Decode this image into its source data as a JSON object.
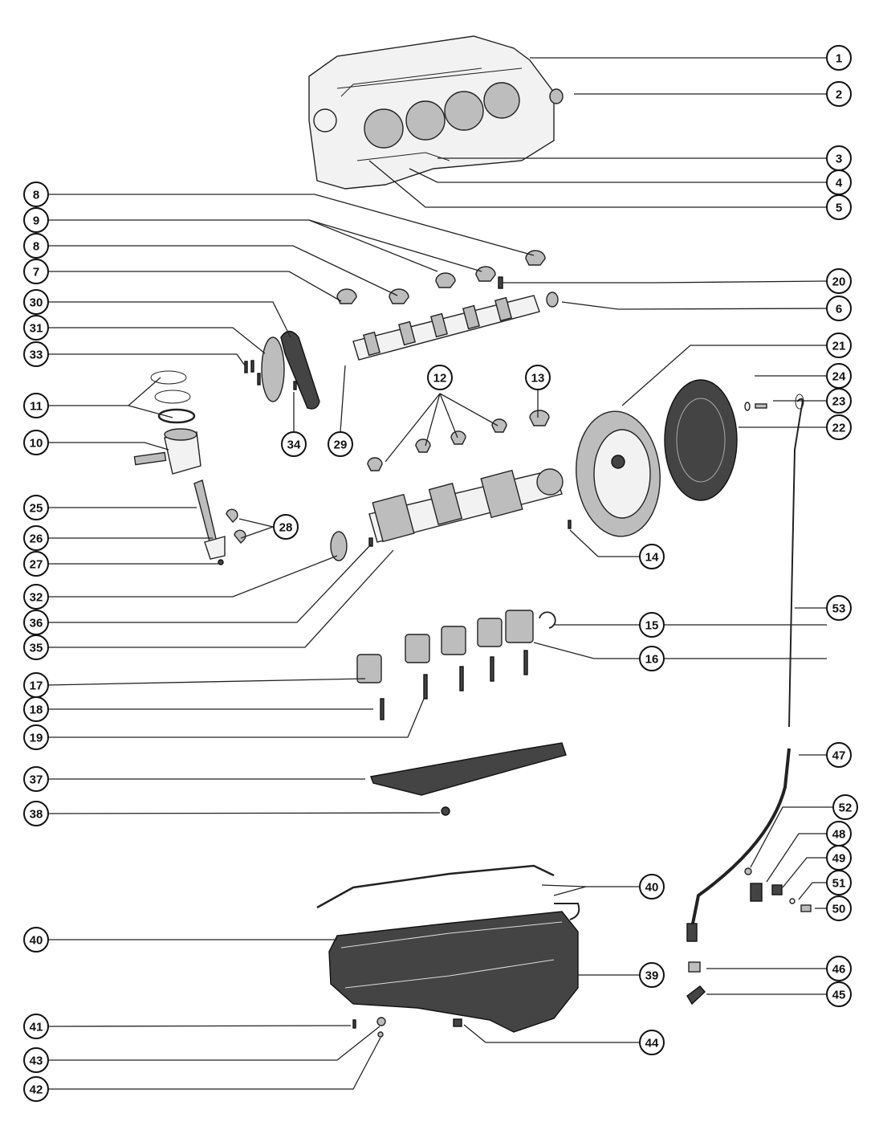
{
  "callouts": [
    {
      "id": "c1",
      "label": "1"
    },
    {
      "id": "c2",
      "label": "2"
    },
    {
      "id": "c3",
      "label": "3"
    },
    {
      "id": "c4",
      "label": "4"
    },
    {
      "id": "c5",
      "label": "5"
    },
    {
      "id": "c8a",
      "label": "8"
    },
    {
      "id": "c9",
      "label": "9"
    },
    {
      "id": "c8b",
      "label": "8"
    },
    {
      "id": "c7",
      "label": "7"
    },
    {
      "id": "c20",
      "label": "20"
    },
    {
      "id": "c6",
      "label": "6"
    },
    {
      "id": "c30",
      "label": "30"
    },
    {
      "id": "c31",
      "label": "31"
    },
    {
      "id": "c33",
      "label": "33"
    },
    {
      "id": "c21",
      "label": "21"
    },
    {
      "id": "c24",
      "label": "24"
    },
    {
      "id": "c23",
      "label": "23"
    },
    {
      "id": "c22",
      "label": "22"
    },
    {
      "id": "c12",
      "label": "12"
    },
    {
      "id": "c13",
      "label": "13"
    },
    {
      "id": "c11",
      "label": "11"
    },
    {
      "id": "c34",
      "label": "34"
    },
    {
      "id": "c29",
      "label": "29"
    },
    {
      "id": "c10",
      "label": "10"
    },
    {
      "id": "c25",
      "label": "25"
    },
    {
      "id": "c28",
      "label": "28"
    },
    {
      "id": "c26",
      "label": "26"
    },
    {
      "id": "c27",
      "label": "27"
    },
    {
      "id": "c14",
      "label": "14"
    },
    {
      "id": "c32",
      "label": "32"
    },
    {
      "id": "c36",
      "label": "36"
    },
    {
      "id": "c35",
      "label": "35"
    },
    {
      "id": "c53",
      "label": "53"
    },
    {
      "id": "c15",
      "label": "15"
    },
    {
      "id": "c16",
      "label": "16"
    },
    {
      "id": "c17",
      "label": "17"
    },
    {
      "id": "c18",
      "label": "18"
    },
    {
      "id": "c19",
      "label": "19"
    },
    {
      "id": "c37",
      "label": "37"
    },
    {
      "id": "c47",
      "label": "47"
    },
    {
      "id": "c38",
      "label": "38"
    },
    {
      "id": "c52",
      "label": "52"
    },
    {
      "id": "c48",
      "label": "48"
    },
    {
      "id": "c49",
      "label": "49"
    },
    {
      "id": "c40a",
      "label": "40"
    },
    {
      "id": "c51",
      "label": "51"
    },
    {
      "id": "c50",
      "label": "50"
    },
    {
      "id": "c40b",
      "label": "40"
    },
    {
      "id": "c39",
      "label": "39"
    },
    {
      "id": "c46",
      "label": "46"
    },
    {
      "id": "c45",
      "label": "45"
    },
    {
      "id": "c41",
      "label": "41"
    },
    {
      "id": "c44",
      "label": "44"
    },
    {
      "id": "c43",
      "label": "43"
    },
    {
      "id": "c42",
      "label": "42"
    }
  ]
}
